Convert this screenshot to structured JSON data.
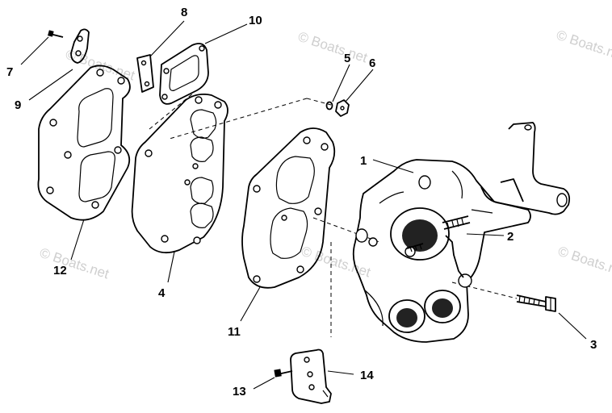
{
  "watermark": "© Boats.net",
  "callouts": {
    "c1": "1",
    "c2": "2",
    "c3": "3",
    "c4": "4",
    "c5": "5",
    "c6": "6",
    "c7": "7",
    "c8": "8",
    "c9": "9",
    "c10": "10",
    "c11": "11",
    "c12": "12",
    "c13": "13",
    "c14": "14"
  }
}
